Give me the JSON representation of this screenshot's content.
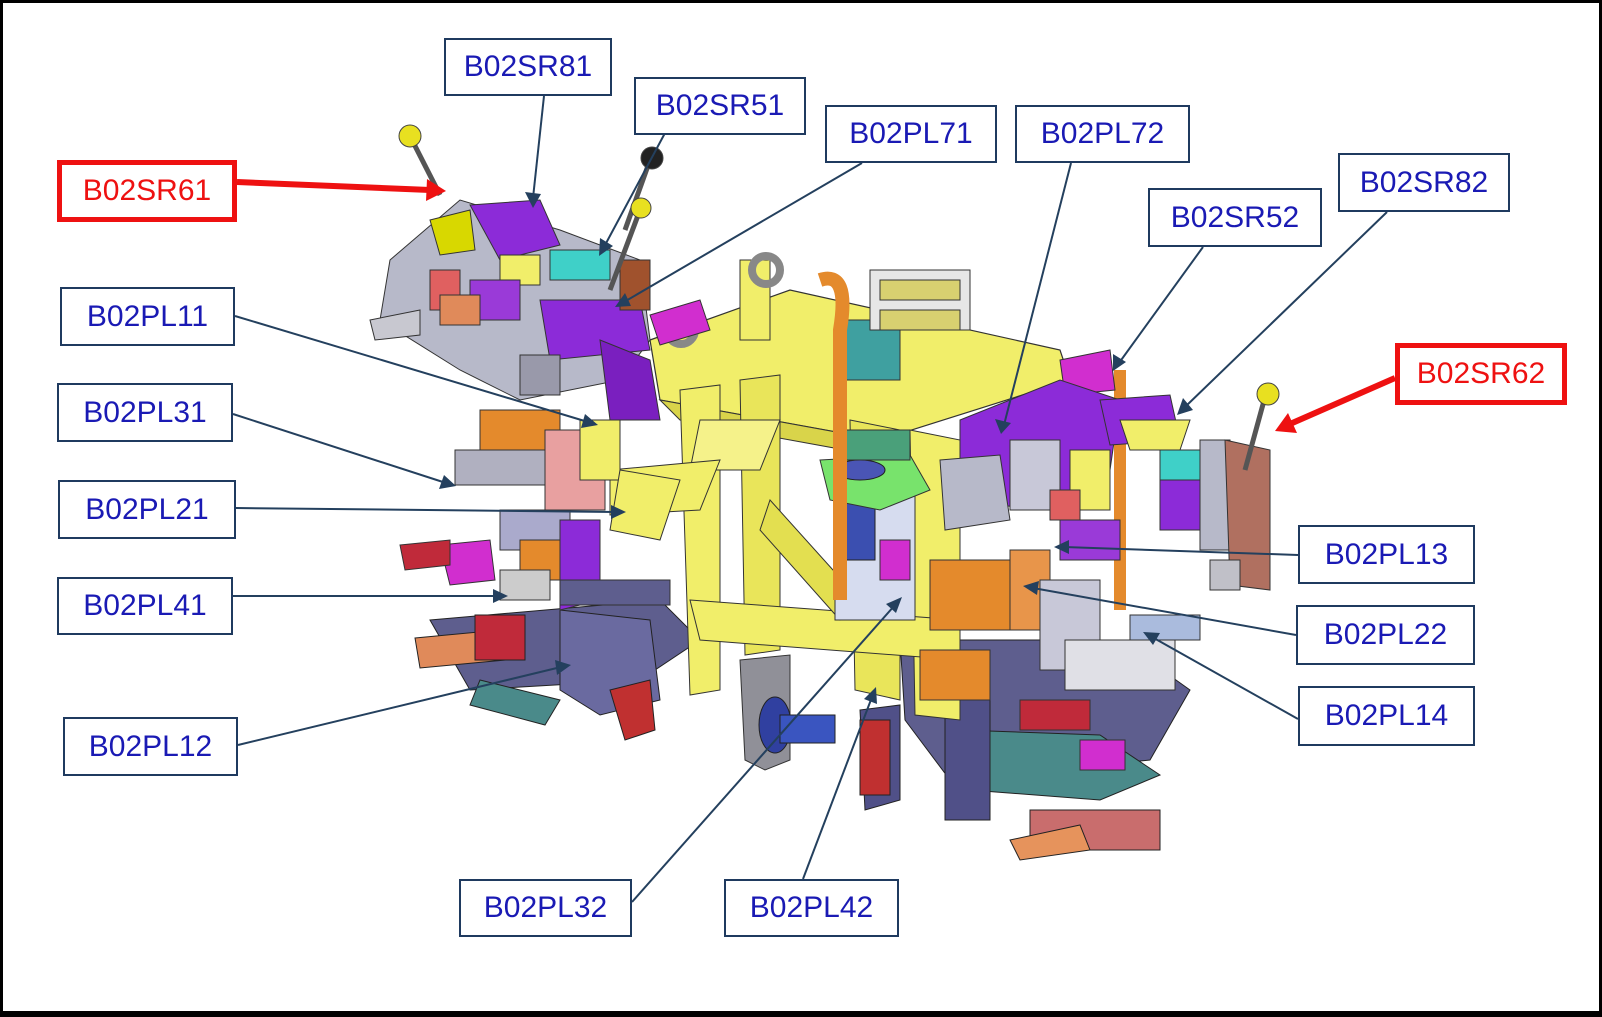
{
  "colors": {
    "label_text": "#1a1ab4",
    "label_border": "#1f3a5f",
    "highlight": "#ee1111",
    "leader": "#24405e",
    "frame_yellow": "#f1ee6a",
    "clamp_purple": "#8c2bd8",
    "block_magenta": "#d12ecf",
    "base_slate": "#5e5e8e",
    "accent_orange": "#e48a2c",
    "accent_teal": "#3fd0c8",
    "accent_green": "#78e36c"
  },
  "labels": {
    "sr81": "B02SR81",
    "sr51": "B02SR51",
    "pl71": "B02PL71",
    "pl72": "B02PL72",
    "sr82": "B02SR82",
    "sr52": "B02SR52",
    "sr61": "B02SR61",
    "sr62": "B02SR62",
    "pl11": "B02PL11",
    "pl31": "B02PL31",
    "pl21": "B02PL21",
    "pl41": "B02PL41",
    "pl12": "B02PL12",
    "pl13": "B02PL13",
    "pl22": "B02PL22",
    "pl14": "B02PL14",
    "pl32": "B02PL32",
    "pl42": "B02PL42"
  }
}
